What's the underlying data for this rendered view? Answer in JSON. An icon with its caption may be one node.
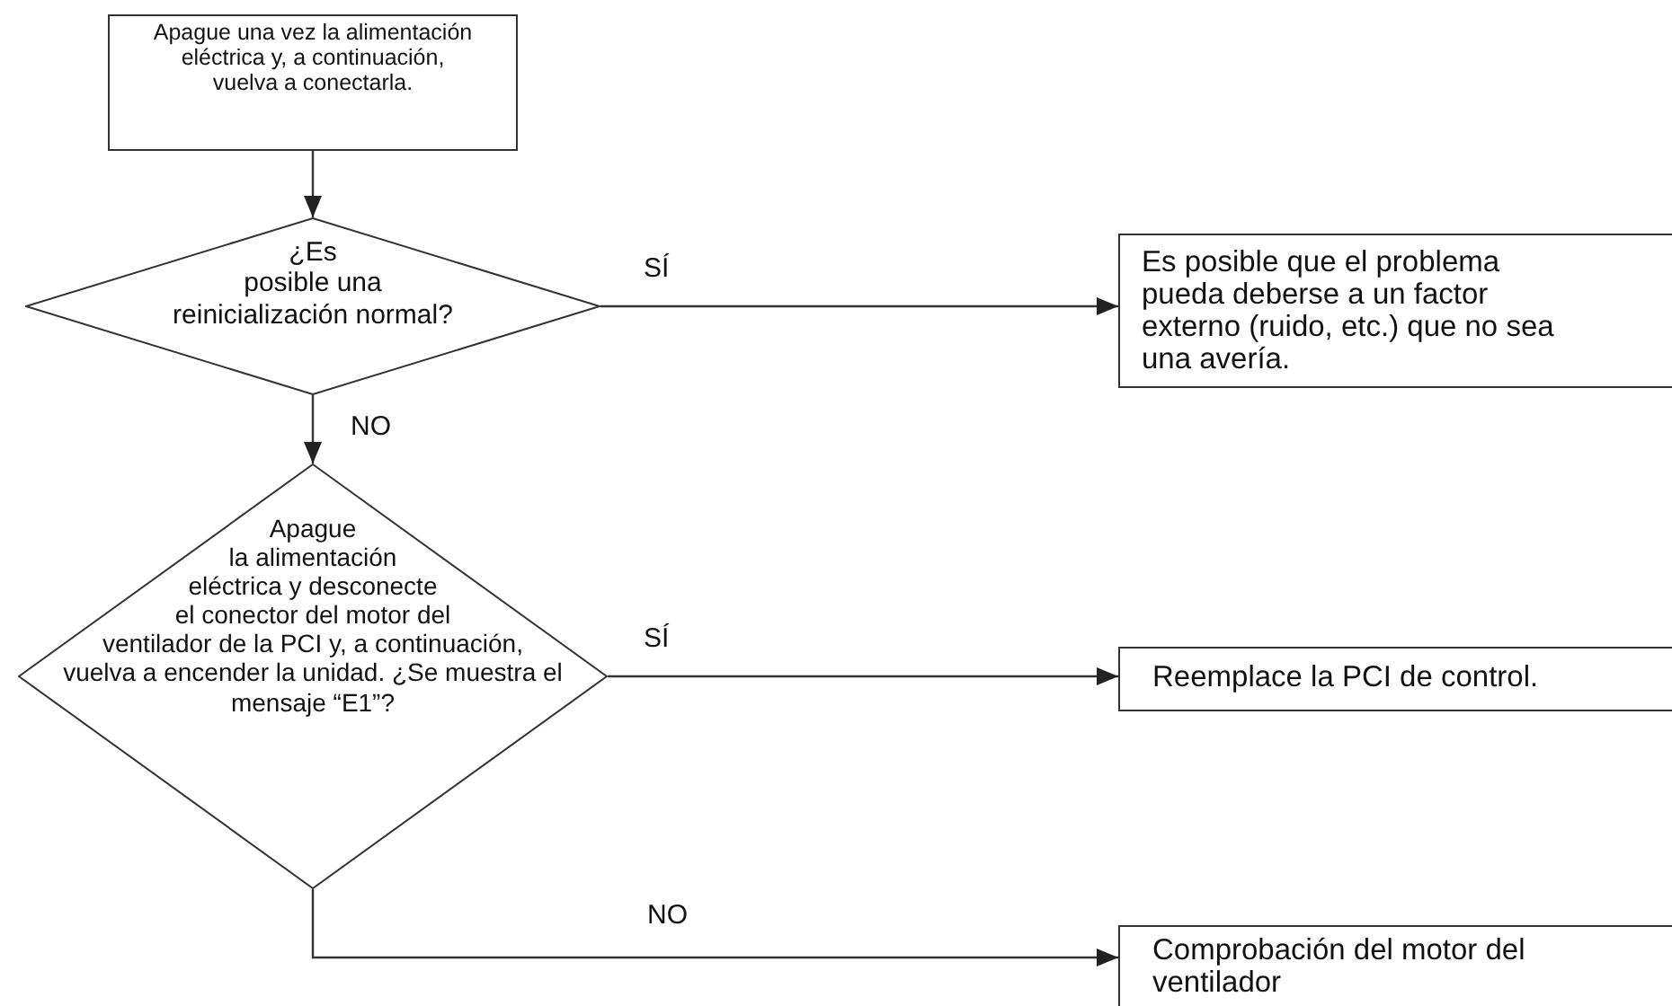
{
  "diagram": {
    "nodes": [
      {
        "text": [
          "Apague una vez la alimentación eléctrica y, a continuación, vuelva a conectarla."
        ]
      },
      {
        "text": [
          "¿Es posible una reinicialización normal?"
        ]
      },
      {
        "text": [
          "Es posible que el problema pueda deberse a un factor externo (ruido, etc.) que no sea una avería."
        ]
      },
      {
        "text": [
          "Apague la alimentación eléctrica y desconecte el conector del motor del ventilador de la PCI y, a continuación, vuelva a encender la unidad. ¿Se muestra el mensaje “E1”?"
        ]
      },
      {
        "text": [
          "Reemplace la PCI de control."
        ]
      },
      {
        "text": [
          "Comprobación del motor del ventilador"
        ]
      }
    ],
    "edges": [
      {
        "from": 0,
        "to": 1,
        "arrow": "to"
      },
      {
        "from": 1,
        "to": 2,
        "arrow": "to",
        "label": "SÍ"
      },
      {
        "from": 1,
        "to": 3,
        "arrow": "to",
        "label": "NO"
      },
      {
        "from": 3,
        "to": 4,
        "arrow": "to",
        "label": "SÍ"
      },
      {
        "from": 3,
        "to": 5,
        "arrow": "to",
        "label": "NO"
      }
    ]
  }
}
